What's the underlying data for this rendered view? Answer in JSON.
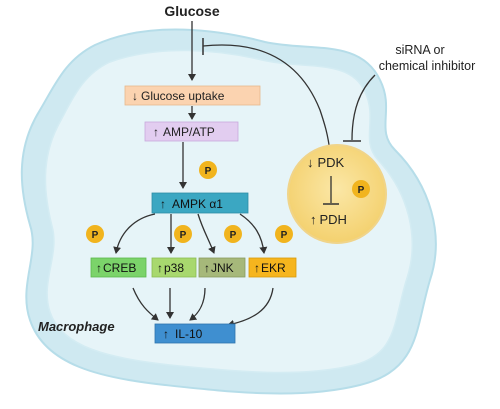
{
  "input_label": "Glucose",
  "inhibitor_label": {
    "line1": "siRNA or",
    "line2": "chemical inhibitor"
  },
  "cell_label": "Macrophage",
  "phospho_symbol": "P",
  "nodes": {
    "glucose_uptake": {
      "arrow": "↓",
      "label": "Glucose uptake"
    },
    "amp_atp": {
      "arrow": "↑",
      "label": "AMP/ATP"
    },
    "ampk": {
      "arrow": "↑",
      "label": "AMPK α1"
    },
    "creb": {
      "arrow": "↑",
      "label": "CREB"
    },
    "p38": {
      "arrow": "↑",
      "label": "p38"
    },
    "jnk": {
      "arrow": "↑",
      "label": "JNK"
    },
    "ekr": {
      "arrow": "↑",
      "label": "EKR"
    },
    "il10": {
      "arrow": "↑",
      "label": "IL-10"
    }
  },
  "mito": {
    "pdk": {
      "arrow": "↓",
      "label": "PDK"
    },
    "pdh": {
      "arrow": "↑",
      "label": "PDH"
    }
  },
  "colors": {
    "cell_fill": "#cfe9f1",
    "cell_inner": "#e8f5f9",
    "uptake_box": "#fbd3b0",
    "ampatp_box": "#e2cdf0",
    "ampk_box": "#3ba7c2",
    "creb_box": "#7bd36a",
    "p38_box": "#a8d86e",
    "jnk_box": "#a6b87a",
    "ekr_box": "#f6b51e",
    "il10_box": "#3f8fd0",
    "phospho": "#f1b41e",
    "mito_fill": "#f8dc86"
  }
}
